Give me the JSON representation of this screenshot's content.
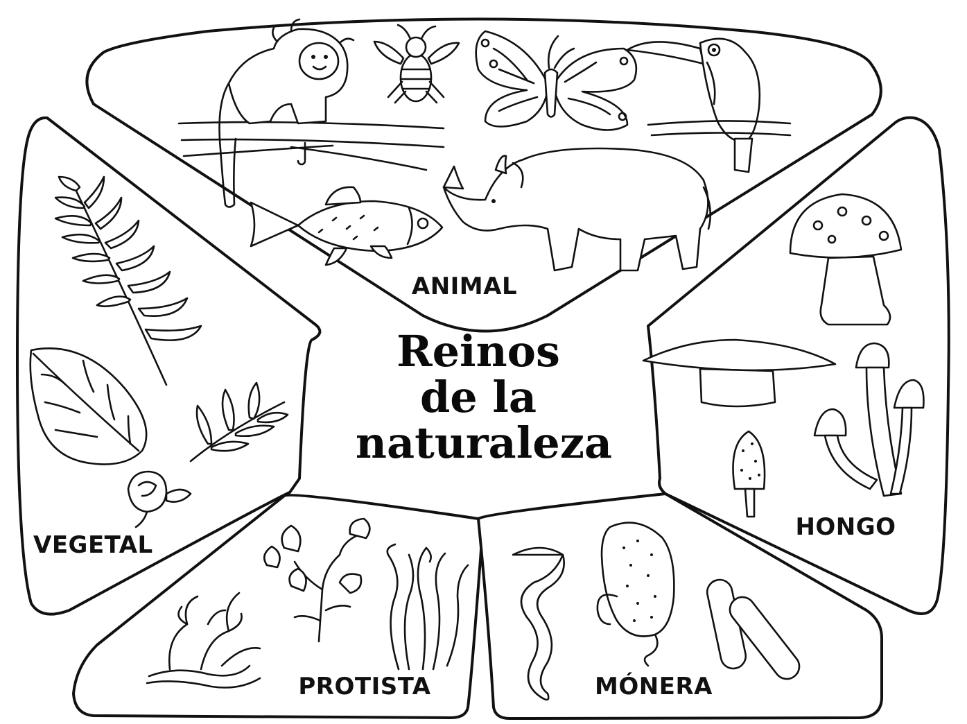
{
  "title": {
    "line1": "Reinos",
    "line2": "de la",
    "line3": "naturaleza"
  },
  "kingdoms": {
    "animal": {
      "label": "ANIMAL"
    },
    "vegetal": {
      "label": "VEGETAL"
    },
    "hongo": {
      "label": "HONGO"
    },
    "protista": {
      "label": "PROTISTA"
    },
    "monera": {
      "label": "MÓNERA"
    }
  },
  "colors": {
    "ink": "#111111",
    "paper": "#ffffff"
  }
}
